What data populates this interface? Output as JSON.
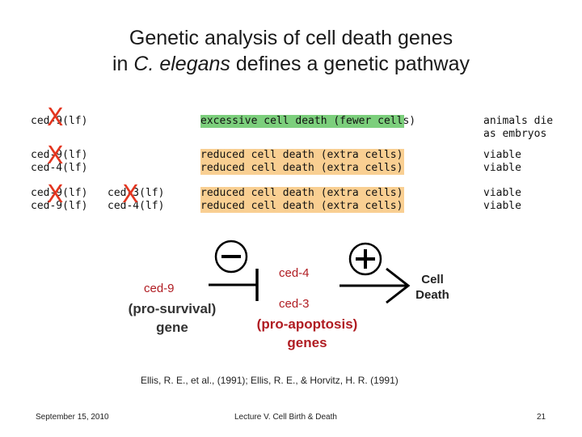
{
  "title": {
    "line1": "Genetic analysis of cell death genes",
    "line2_pre": "in ",
    "line2_italic": "C. elegans",
    "line2_post": " defines a genetic pathway"
  },
  "rows": [
    {
      "gene1": "ced-9(lf)",
      "gene2": "",
      "phenotype": "excessive cell death (fewer cells)",
      "outcome": "animals die\nas embryos"
    },
    {
      "gene1": "ced-9(lf)",
      "gene2": "",
      "phenotype": "reduced cell death (extra cells)",
      "outcome": "viable"
    },
    {
      "gene1": "ced-4(lf)",
      "gene2": "",
      "phenotype": "reduced cell death (extra cells)",
      "outcome": "viable"
    },
    {
      "gene1": "ced-9(lf)",
      "gene2": "ced-3(lf)",
      "phenotype": "reduced cell death (extra cells)",
      "outcome": "viable"
    },
    {
      "gene1": "ced-9(lf)",
      "gene2": "ced-4(lf)",
      "phenotype": "reduced cell death (extra cells)",
      "outcome": "viable"
    }
  ],
  "cross_mark": "X",
  "pathway": {
    "ced9_name": "ced-9",
    "ced9_role": "(pro-survival)",
    "ced9_gene": "gene",
    "ced4_name": "ced-4",
    "ced3_name": "ced-3",
    "apoptosis_role": "(pro-apoptosis)",
    "apoptosis_genes": "genes",
    "outcome": "Cell\nDeath",
    "minus_symbol": "minus",
    "plus_symbol": "plus"
  },
  "citation": "Ellis, R. E., et al., (1991); Ellis, R. E., & Horvitz, H. R. (1991)",
  "footer": {
    "date": "September 15, 2010",
    "lecture": "Lecture V. Cell Birth & Death",
    "page": "21"
  },
  "colors": {
    "cross": "#e3351f",
    "highlight_excessive": "#7ccf7c",
    "highlight_reduced": "#f9cf92",
    "gene_red": "#b01c22"
  }
}
